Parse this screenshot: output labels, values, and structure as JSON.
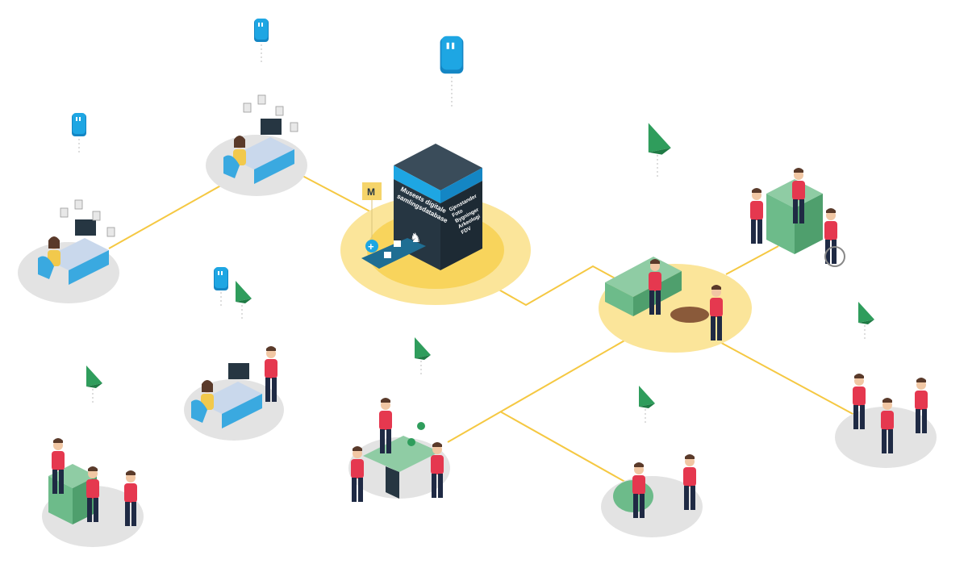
{
  "server": {
    "title_line1": "Museets digitale",
    "title_line2": "samlingsdatabase",
    "categories": [
      "Gjenstander",
      "Foto",
      "Bygninger",
      "Arkeologi",
      "FDV"
    ],
    "museum_badge": "M"
  },
  "colors": {
    "connector": "#f5c842",
    "hub_outer": "#fbe59a",
    "hub_inner": "#f8d45c",
    "platform": "#e3e3e3",
    "server_dark": "#263642",
    "server_stripe": "#1ea6e3",
    "pin_blue": "#1ea6e3",
    "pin_green": "#2f9d5c",
    "person_red": "#e5384f",
    "desk_blue": "#3aa9e0",
    "furniture_green": "#6dbb8a"
  }
}
